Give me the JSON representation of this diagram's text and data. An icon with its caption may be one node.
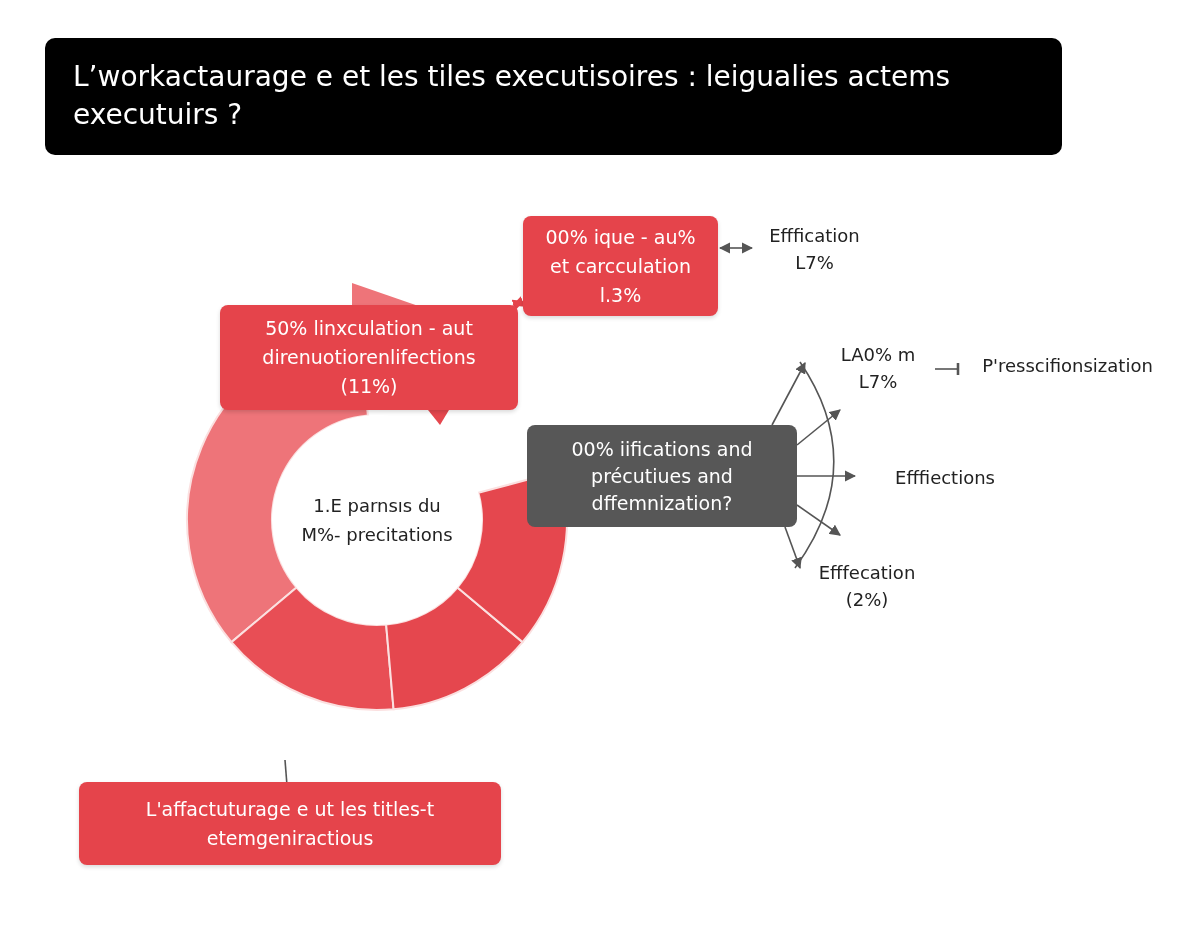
{
  "diagram": {
    "title": "L’workactaurage e et les tiles executisoires : leigualies actems executuirs ?",
    "nodes": [
      {
        "text": [
          "00% ique - au% et carcculation l.3%"
        ]
      },
      {
        "text": [
          "Efffication L7%"
        ]
      },
      {
        "text": [
          "50% linxculation - aut direnuotiorenlifections (11%)"
        ]
      },
      {
        "text": [
          "1.E parnsıs du M%- precitations"
        ]
      },
      {
        "text": [
          "00% iifications and précutiues and dffemnization?"
        ]
      },
      {
        "text": [
          "LA0% m L7%"
        ]
      },
      {
        "text": [
          "P'resscifionsization"
        ]
      },
      {
        "text": [
          "Efffiections"
        ]
      },
      {
        "text": [
          "Efffecation (2%)"
        ]
      },
      {
        "text": [
          "L'affactuturage e ut les titles-t etemgeniractious"
        ]
      }
    ],
    "edges": [
      {
        "from": 0,
        "to": 1,
        "arrow": "both"
      },
      {
        "from": 2,
        "to": 0,
        "arrow": "both",
        "color": "#e5444b"
      },
      {
        "from": 4,
        "to": 5,
        "arrow": "to"
      },
      {
        "from": 4,
        "to": 5,
        "arrow": "to"
      },
      {
        "from": 4,
        "to": 7,
        "arrow": "to"
      },
      {
        "from": 4,
        "to": 8,
        "arrow": "to"
      },
      {
        "from": 4,
        "to": 8,
        "arrow": "to"
      },
      {
        "from": 5,
        "to": 6,
        "arrow": "other"
      },
      {
        "from": null,
        "to": 9,
        "arrow": "none"
      }
    ]
  }
}
